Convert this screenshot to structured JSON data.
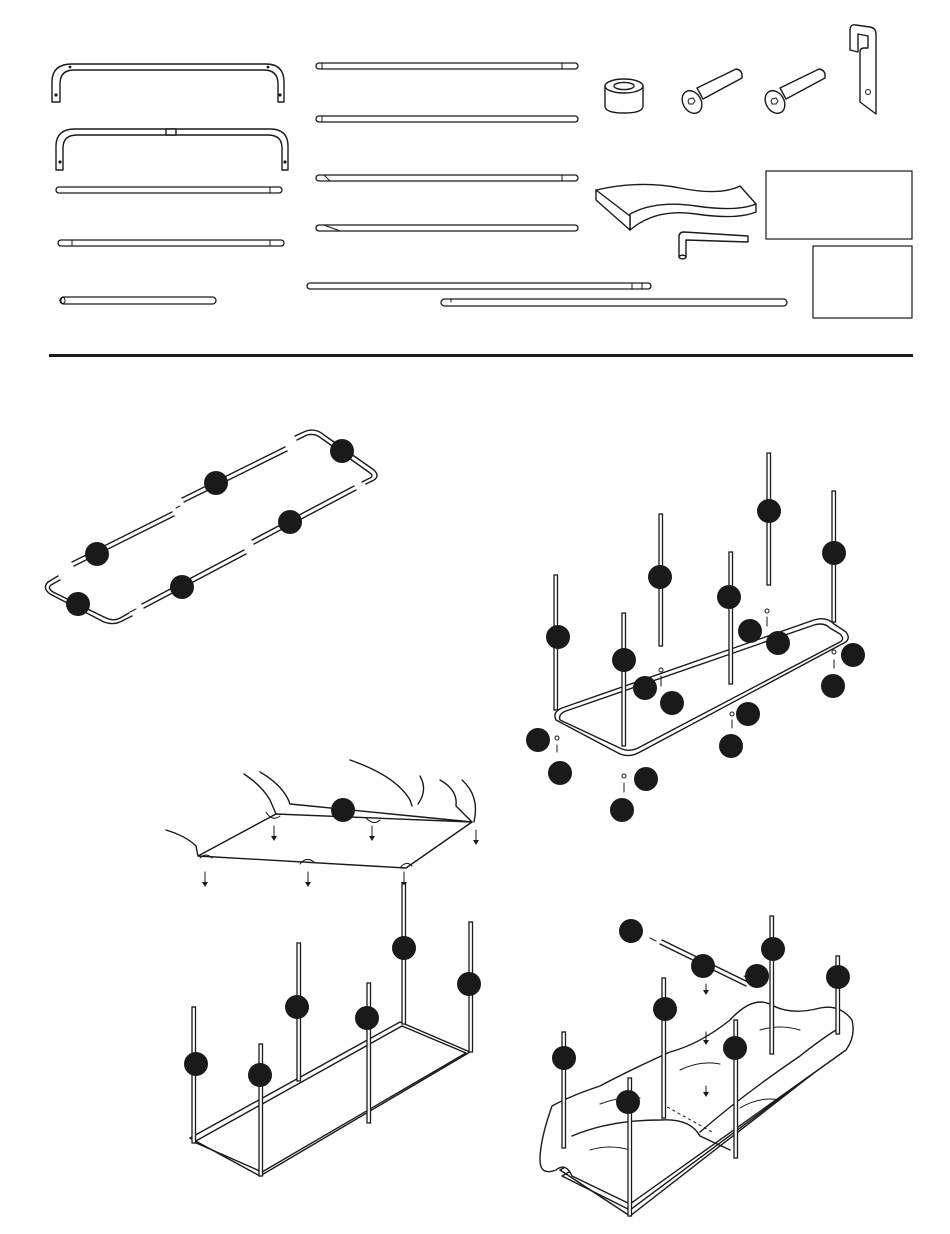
{
  "document": {
    "type": "assembly-instructions",
    "sections": [
      "parts-list",
      "step-1-bottom-frame",
      "step-2-legs",
      "step-3-cover",
      "step-4-top-rails"
    ]
  },
  "colors": {
    "ink": "#1a1a1a",
    "paper": "#ffffff"
  },
  "icons": [
    "curved-end-rail",
    "jointed-curved-end-rail",
    "straight-tube",
    "spacer-sleeve",
    "hex-bolt",
    "hook-bracket",
    "seat-pad",
    "hex-key",
    "callout-marker",
    "down-arrow"
  ]
}
